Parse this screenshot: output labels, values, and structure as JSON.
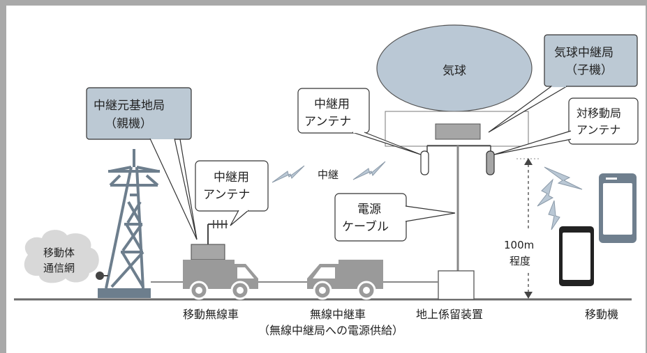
{
  "labels": {
    "balloon": "気球",
    "balloon_relay_line1": "気球中継局",
    "balloon_relay_line2": "（子機）",
    "relay_source_line1": "中継元基地局",
    "relay_source_line2": "（親機）",
    "relay_antenna_top_line1": "中継用",
    "relay_antenna_top_line2": "アンテナ",
    "relay_antenna_truck_line1": "中継用",
    "relay_antenna_truck_line2": "アンテナ",
    "mobile_antenna_line1": "対移動局",
    "mobile_antenna_line2": "アンテナ",
    "relay": "中継",
    "power_cable_line1": "電源",
    "power_cable_line2": "ケーブル",
    "height_line1": "100m",
    "height_line2": "程度",
    "mobile_network_line1": "移動体",
    "mobile_network_line2": "通信網"
  },
  "captions": {
    "radio_vehicle": "移動無線車",
    "relay_vehicle": "無線中継車",
    "relay_vehicle_note": "（無線中継局への電源供給）",
    "ground_mooring": "地上係留装置",
    "mobile_device": "移動機"
  },
  "colors": {
    "callout_blue": "#bcc9d4",
    "balloon_fill": "#bac8d5",
    "equipment_gray": "#a6a6a6",
    "line": "#333333",
    "tower": "#6d7e8d"
  }
}
